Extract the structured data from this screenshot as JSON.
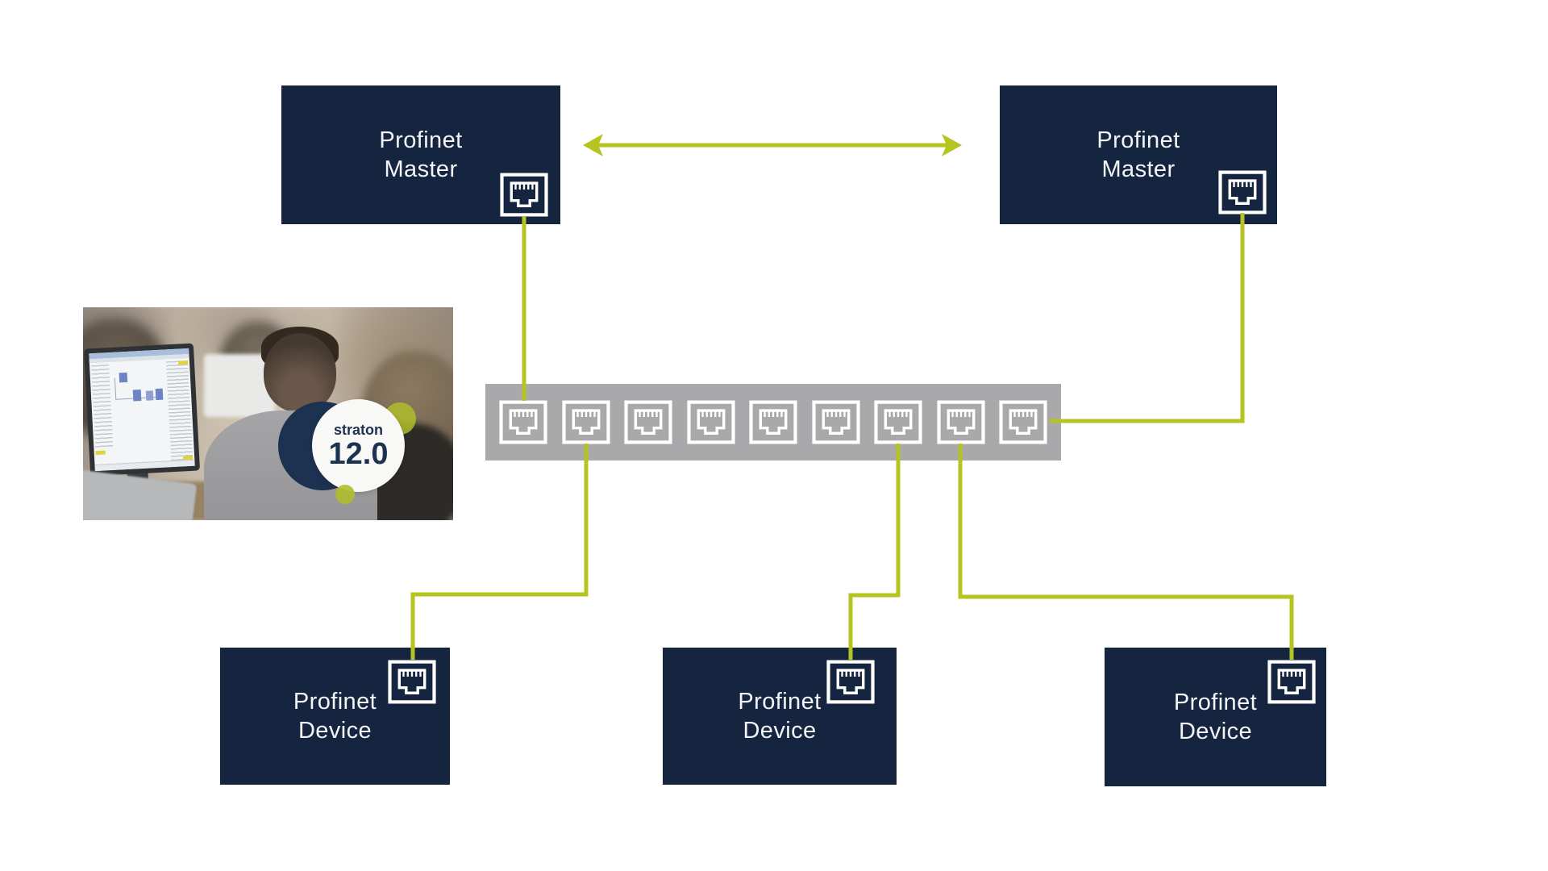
{
  "colors": {
    "navy": "#16253f",
    "node-text": "#f2f4f7",
    "cable": "#b5c41e",
    "gray": "#a9a9ab",
    "badge-navy": "#1d3150"
  },
  "nodes": {
    "master_left": {
      "line1": "Profinet",
      "line2": "Master"
    },
    "master_right": {
      "line1": "Profinet",
      "line2": "Master"
    },
    "device_left": {
      "line1": "Profinet",
      "line2": "Device"
    },
    "device_center": {
      "line1": "Profinet",
      "line2": "Device"
    },
    "device_right": {
      "line1": "Profinet",
      "line2": "Device"
    }
  },
  "switch": {
    "port_count": 9
  },
  "connections": [
    {
      "from": "master_left",
      "to": "switch_port_1",
      "style": "cable"
    },
    {
      "from": "master_right",
      "to": "switch_port_9",
      "style": "cable"
    },
    {
      "from": "switch_port_2",
      "to": "device_left",
      "style": "cable"
    },
    {
      "from": "switch_port_7",
      "to": "device_center",
      "style": "cable"
    },
    {
      "from": "switch_port_8",
      "to": "device_right",
      "style": "cable"
    },
    {
      "from": "master_left",
      "to": "master_right",
      "style": "double-arrow"
    }
  ],
  "photo_badge": {
    "brand": "straton",
    "version": "12.0"
  }
}
